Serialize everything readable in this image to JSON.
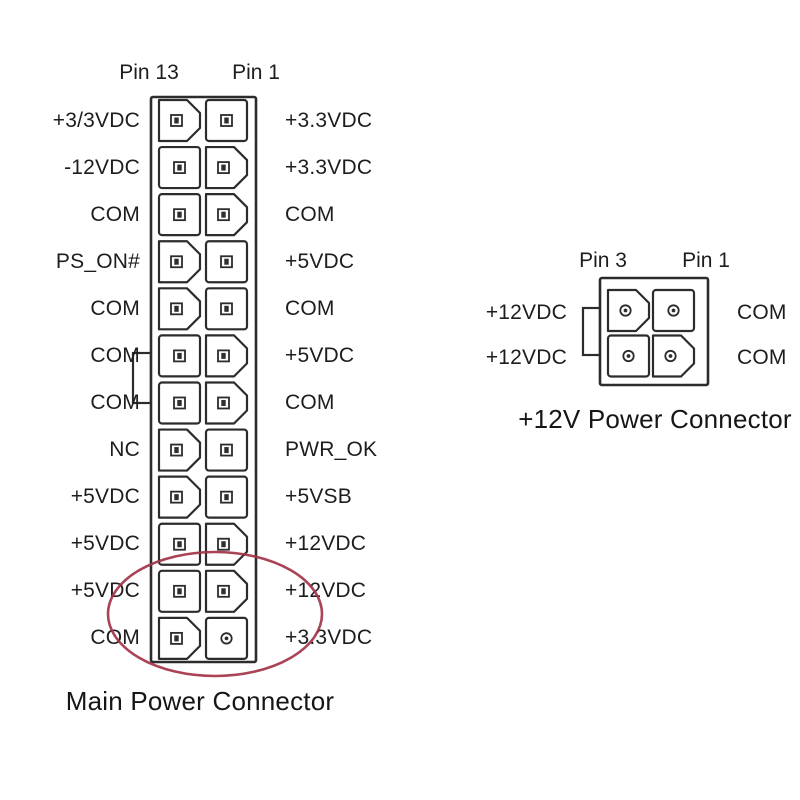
{
  "page": {
    "background": "#ffffff",
    "line_color": "#2c2c2c",
    "text_color": "#1d1d1d"
  },
  "main_connector": {
    "pin_header_left": "Pin 13",
    "pin_header_right": "Pin 1",
    "caption": "Main Power Connector",
    "rows": [
      {
        "left": "+3/3VDC",
        "right": "+3.3VDC",
        "shapes": [
          "pent",
          "sq"
        ],
        "centers": [
          "sq",
          "sq"
        ]
      },
      {
        "left": "-12VDC",
        "right": "+3.3VDC",
        "shapes": [
          "sq",
          "pent"
        ],
        "centers": [
          "sq",
          "sq"
        ]
      },
      {
        "left": "COM",
        "right": "COM",
        "shapes": [
          "sq",
          "pent"
        ],
        "centers": [
          "sq",
          "sq"
        ]
      },
      {
        "left": "PS_ON#",
        "right": "+5VDC",
        "shapes": [
          "pent",
          "sq"
        ],
        "centers": [
          "sq",
          "sq"
        ]
      },
      {
        "left": "COM",
        "right": "COM",
        "shapes": [
          "pent",
          "sq"
        ],
        "centers": [
          "sq",
          "sq"
        ]
      },
      {
        "left": "COM",
        "right": "+5VDC",
        "shapes": [
          "sq",
          "pent"
        ],
        "centers": [
          "sq",
          "sq"
        ]
      },
      {
        "left": "COM",
        "right": "COM",
        "shapes": [
          "sq",
          "pent"
        ],
        "centers": [
          "sq",
          "sq"
        ]
      },
      {
        "left": "NC",
        "right": "PWR_OK",
        "shapes": [
          "pent",
          "sq"
        ],
        "centers": [
          "sq",
          "sq"
        ]
      },
      {
        "left": "+5VDC",
        "right": "+5VSB",
        "shapes": [
          "pent",
          "sq"
        ],
        "centers": [
          "sq",
          "sq"
        ]
      },
      {
        "left": "+5VDC",
        "right": "+12VDC",
        "shapes": [
          "sq",
          "pent"
        ],
        "centers": [
          "sq",
          "sq"
        ]
      },
      {
        "left": "+5VDC",
        "right": "+12VDC",
        "shapes": [
          "sq",
          "pent"
        ],
        "centers": [
          "sq",
          "sq"
        ]
      },
      {
        "left": "COM",
        "right": "+3.3VDC",
        "shapes": [
          "pent",
          "sq"
        ],
        "centers": [
          "sq",
          "o"
        ]
      }
    ],
    "highlight": {
      "shape": "ellipse",
      "color": "#a23347",
      "note": "red ellipse circling bottom two pin rows"
    }
  },
  "aux_connector": {
    "pin_header_left": "Pin 3",
    "pin_header_right": "Pin 1",
    "caption": "+12V Power Connector",
    "rows": [
      {
        "left": "+12VDC",
        "right": "COM",
        "shapes": [
          "pent",
          "sq"
        ],
        "centers": [
          "o",
          "o"
        ]
      },
      {
        "left": "+12VDC",
        "right": "COM",
        "shapes": [
          "sq",
          "pent"
        ],
        "centers": [
          "o",
          "o"
        ]
      }
    ]
  }
}
